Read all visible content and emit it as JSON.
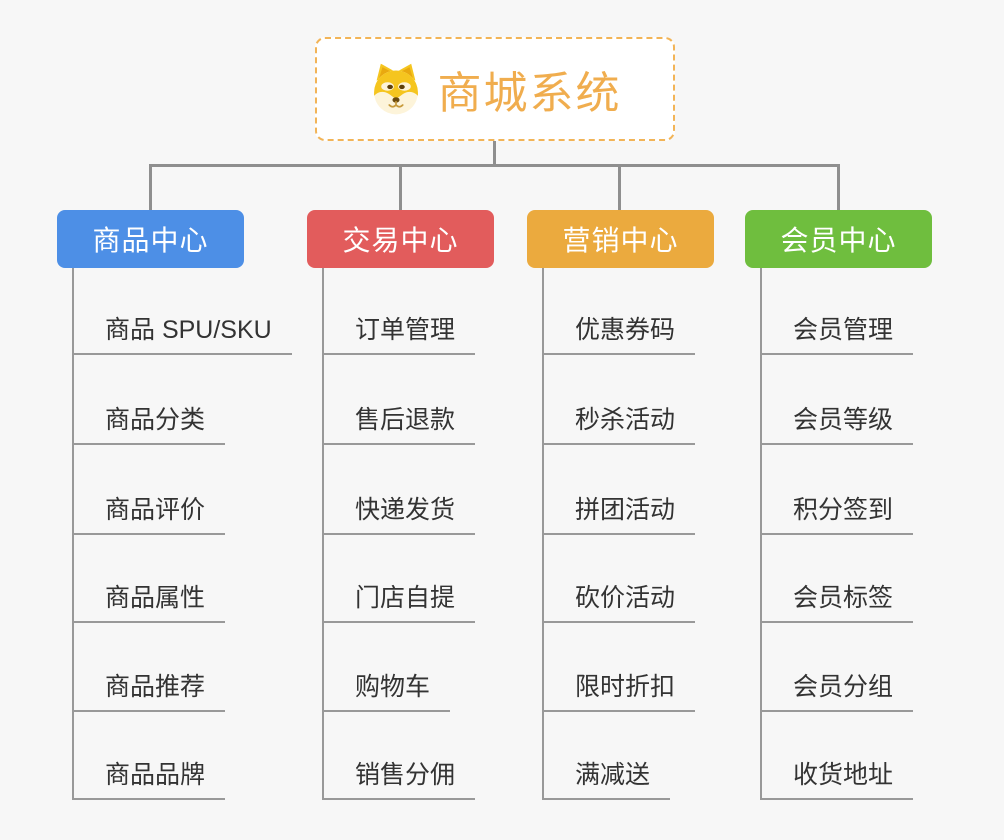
{
  "background": "#f7f7f7",
  "connector_color": "#8f8f8f",
  "root": {
    "title": "商城系统",
    "icon": "dog-face-icon",
    "text_color": "#f0ad4e",
    "border_color": "#f2b457"
  },
  "branches": [
    {
      "label": "商品中心",
      "color": "#4d8fe6",
      "children": [
        "商品 SPU/SKU",
        "商品分类",
        "商品评价",
        "商品属性",
        "商品推荐",
        "商品品牌"
      ]
    },
    {
      "label": "交易中心",
      "color": "#e25c5c",
      "children": [
        "订单管理",
        "售后退款",
        "快递发货",
        "门店自提",
        "购物车",
        "销售分佣"
      ]
    },
    {
      "label": "营销中心",
      "color": "#ebaa3e",
      "children": [
        "优惠券码",
        "秒杀活动",
        "拼团活动",
        "砍价活动",
        "限时折扣",
        "满减送"
      ]
    },
    {
      "label": "会员中心",
      "color": "#6fbe3e",
      "children": [
        "会员管理",
        "会员等级",
        "积分签到",
        "会员标签",
        "会员分组",
        "收货地址"
      ]
    }
  ]
}
